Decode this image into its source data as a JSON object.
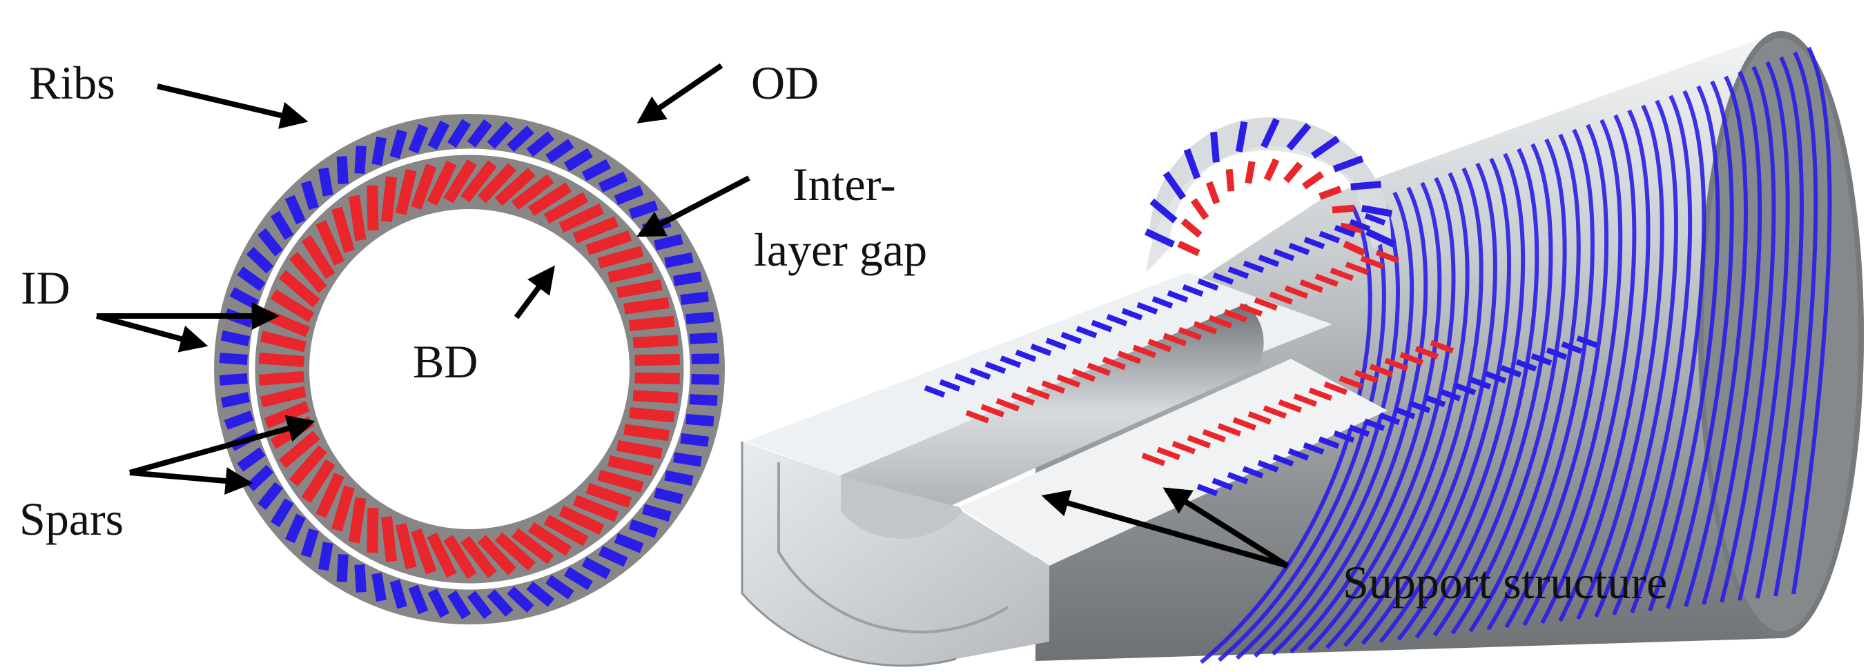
{
  "cross_section": {
    "labels": {
      "ribs": "Ribs",
      "od": "OD",
      "inter_line1": "Inter-",
      "inter_line2": "layer gap",
      "id": "ID",
      "bd": "BD",
      "spars": "Spars"
    },
    "outer_layer_slot_count": 72,
    "inner_layer_slot_count": 64
  },
  "isometric_view": {
    "labels": {
      "support": "Support structure"
    }
  },
  "colors": {
    "outer_coil": "#2a1de6",
    "inner_coil": "#e8262b",
    "support": "#878787",
    "support_dark": "#707070",
    "support_light": "#dfe3e6",
    "arrow": "#000000"
  }
}
